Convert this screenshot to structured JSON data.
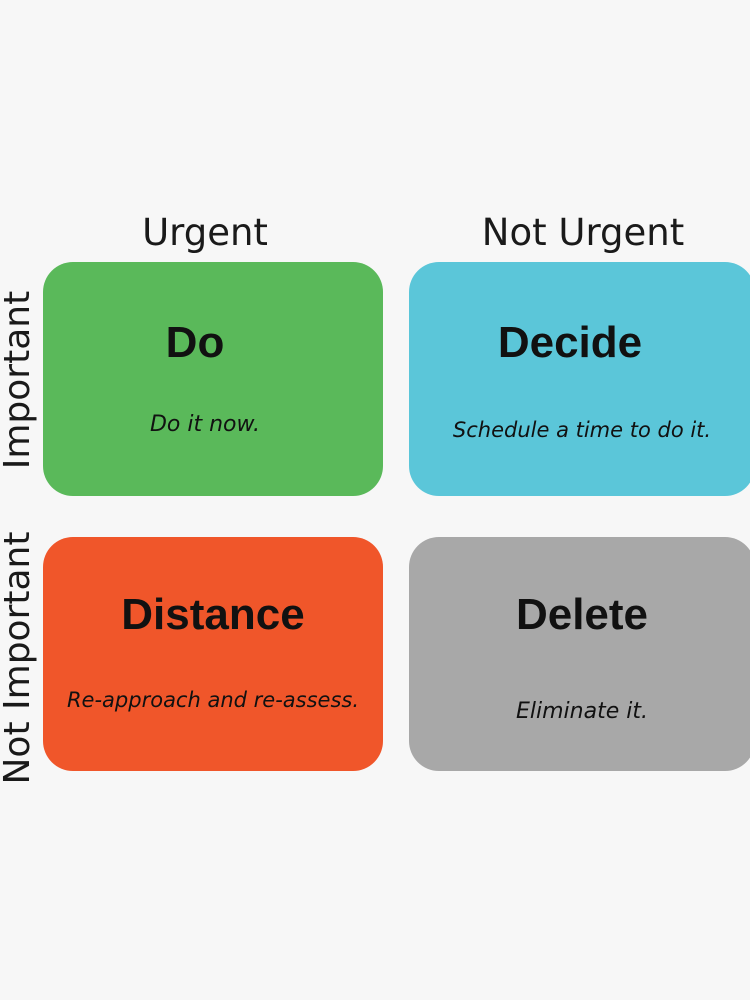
{
  "columns": {
    "urgent": "Urgent",
    "not_urgent": "Not Urgent"
  },
  "rows": {
    "important": "Important",
    "not_important": "Not Important"
  },
  "quadrants": {
    "do": {
      "title": "Do",
      "subtitle": "Do it now.",
      "color": "#5ab95a"
    },
    "decide": {
      "title": "Decide",
      "subtitle": "Schedule a time to do it.",
      "color": "#5bc6d9"
    },
    "distance": {
      "title": "Distance",
      "subtitle": "Re-approach and re-assess.",
      "color": "#f0562a"
    },
    "delete": {
      "title": "Delete",
      "subtitle": "Eliminate it.",
      "color": "#a8a8a8"
    }
  }
}
